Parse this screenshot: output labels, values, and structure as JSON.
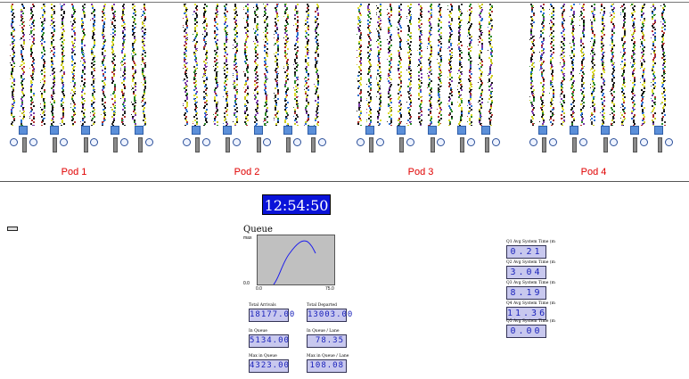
{
  "pods": [
    {
      "label": "Pod 1"
    },
    {
      "label": "Pod 2"
    },
    {
      "label": "Pod 3"
    },
    {
      "label": "Pod 4"
    }
  ],
  "clock": {
    "time": "12:54:50"
  },
  "queue_panel": {
    "title": "Queue",
    "x_min": "0.0",
    "x_max": "75.0"
  },
  "counters": [
    {
      "label": "Total Arrivals",
      "value": "18177.00"
    },
    {
      "label": "Total Departed",
      "value": "13003.00"
    },
    {
      "label": "In Queue",
      "value": "5134.00"
    },
    {
      "label": "In Queue / Lane",
      "value": "78.35"
    },
    {
      "label": "Max in Queue",
      "value": "4323.00"
    },
    {
      "label": "Max in Queue / Lane",
      "value": "108.08"
    }
  ],
  "system_times": [
    {
      "label": "Q1 Avg System Time (m",
      "value": "0.21"
    },
    {
      "label": "Q2 Avg System Time (m",
      "value": "3.04"
    },
    {
      "label": "Q3 Avg System Time (m",
      "value": "8.19"
    },
    {
      "label": "Q4 Avg System Time (m",
      "value": "11.36"
    },
    {
      "label": "Q5 Avg System Time (m",
      "value": "0.00"
    }
  ],
  "colors": {
    "pod_label": "#e00000",
    "clock_bg": "#0a13d9",
    "meter_bg": "#c8c8ee",
    "meter_text": "#1a22bb"
  }
}
